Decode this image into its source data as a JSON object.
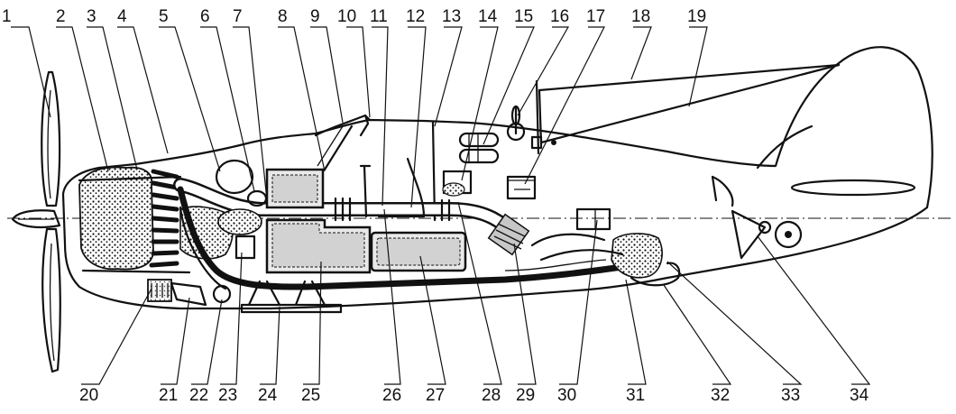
{
  "labels": {
    "top": [
      "1",
      "2",
      "3",
      "4",
      "5",
      "6",
      "7",
      "8",
      "9",
      "10",
      "11",
      "12",
      "13",
      "14",
      "15",
      "16",
      "17",
      "18",
      "19"
    ],
    "bottom": [
      "20",
      "21",
      "22",
      "23",
      "24",
      "25",
      "26",
      "27",
      "28",
      "29",
      "30",
      "31",
      "32",
      "33",
      "34"
    ]
  },
  "colors": {
    "ink": "#111111",
    "background": "#ffffff",
    "fill_light": "#e9e9e9",
    "fill_texture": "#bdbdbd"
  }
}
